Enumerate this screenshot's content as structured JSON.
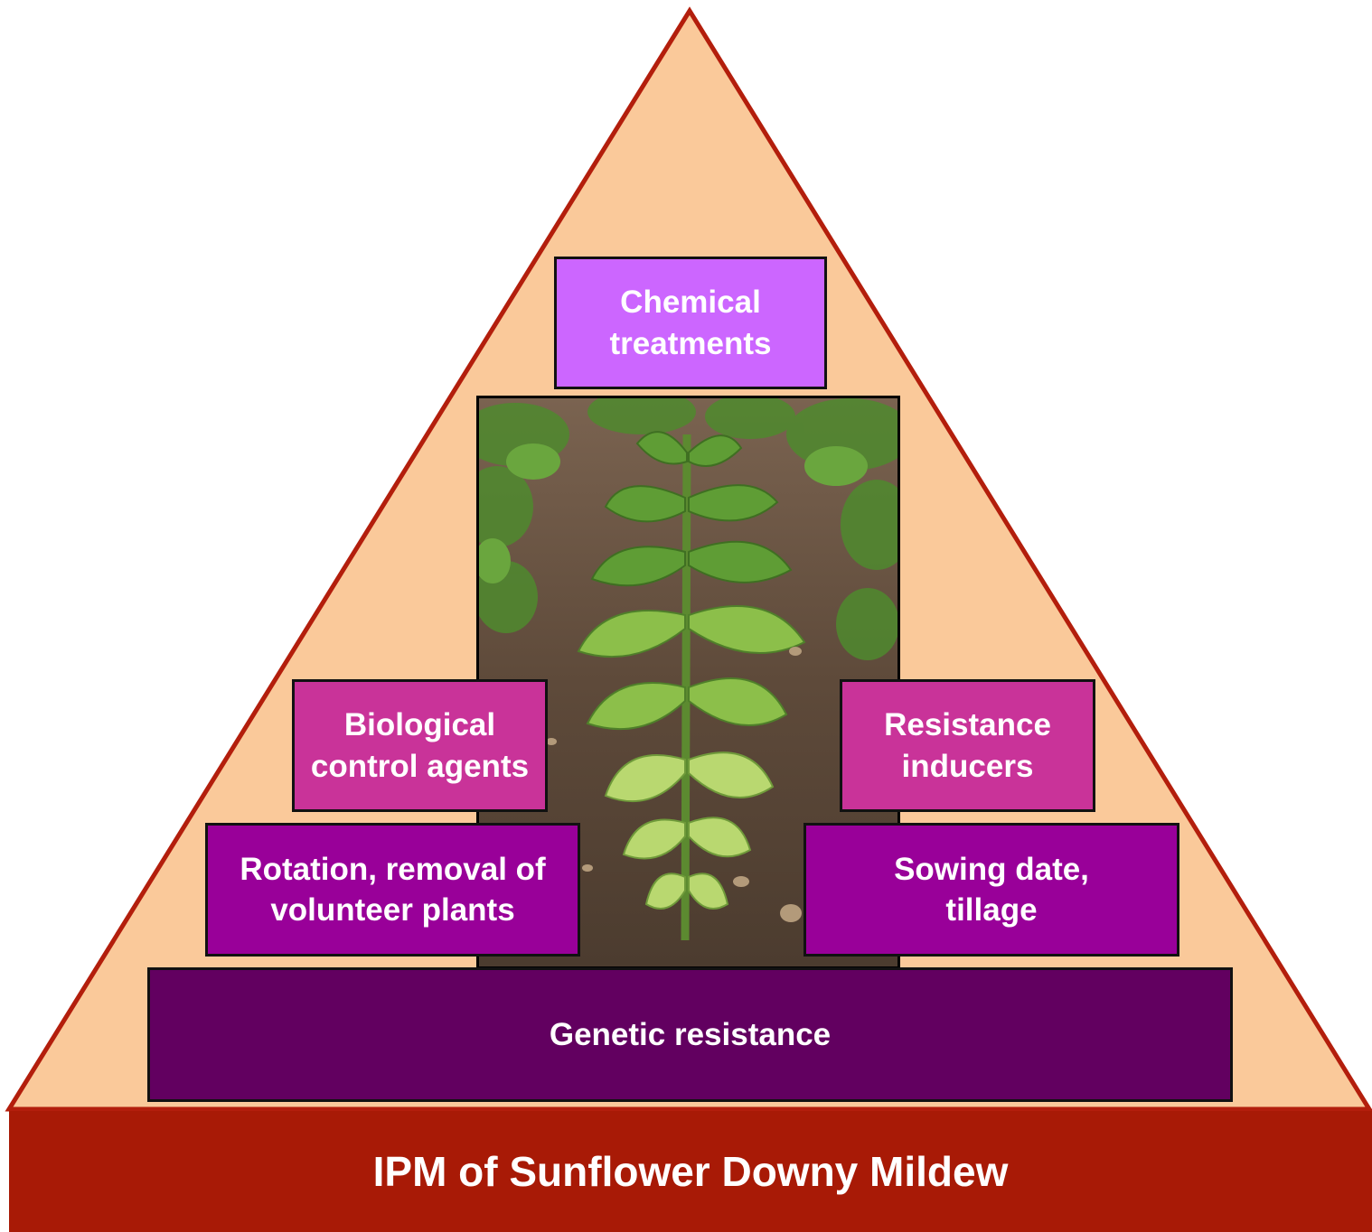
{
  "colors": {
    "pyramid_fill": "#FAC99A",
    "pyramid_stroke": "#B31E0C",
    "band": "#A81A06",
    "chemical": "#CC66FF",
    "tier_magenta": "#C93399",
    "tier_purple": "#990099",
    "genetic": "#620060"
  },
  "boxes": {
    "chemical": "Chemical\ntreatments",
    "biological": "Biological\ncontrol agents",
    "inducers": "Resistance\ninducers",
    "rotation": "Rotation, removal of\nvolunteer plants",
    "sowing": "Sowing date,\ntillage",
    "genetic": "Genetic resistance"
  },
  "footer": {
    "title": "IPM of Sunflower Downy Mildew"
  },
  "photo": {
    "subject": "sunflower-plant-field-photo"
  }
}
